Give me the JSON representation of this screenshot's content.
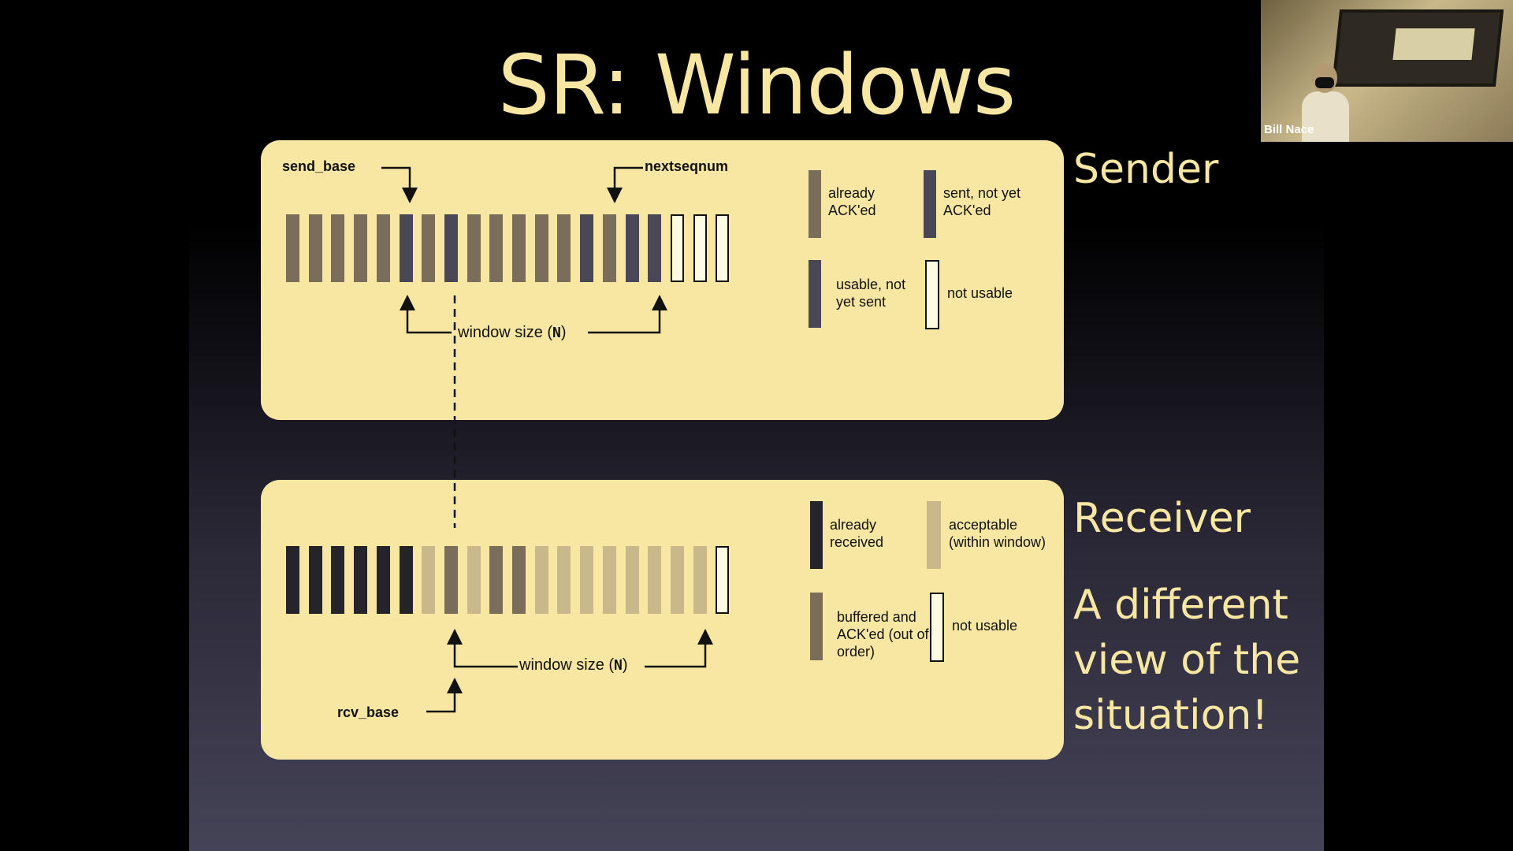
{
  "slide": {
    "title": "SR: Windows",
    "sender_label": "Sender",
    "receiver_label": "Receiver",
    "note_lines": [
      "A different",
      "view of the",
      "situation!"
    ]
  },
  "sender": {
    "send_base": "send_base",
    "nextseqnum": "nextseqnum",
    "window_text": "window size (",
    "window_n": "N",
    "window_close": ")",
    "segments": [
      "acked",
      "acked",
      "acked",
      "acked",
      "acked",
      "sent",
      "acked",
      "sent",
      "acked",
      "acked",
      "acked",
      "acked",
      "acked",
      "sent",
      "acked",
      "sent",
      "usable",
      "not_usable",
      "not_usable",
      "not_usable"
    ],
    "legend": {
      "acked": "already ACK'ed",
      "sent": "sent, not yet ACK'ed",
      "usable": "usable, not yet sent",
      "not_usable": "not usable"
    }
  },
  "receiver": {
    "rcv_base": "rcv_base",
    "window_text": "window size (",
    "window_n": "N",
    "window_close": ")",
    "segments": [
      "received",
      "received",
      "received",
      "received",
      "received",
      "received",
      "acceptable",
      "buffered",
      "acceptable",
      "buffered",
      "buffered",
      "acceptable",
      "acceptable",
      "acceptable",
      "acceptable",
      "acceptable",
      "acceptable",
      "acceptable",
      "acceptable",
      "not_usable"
    ],
    "legend": {
      "received": "already received",
      "acceptable": "acceptable (within window)",
      "buffered": "buffered and ACK'ed (out of order)",
      "not_usable": "not usable"
    }
  },
  "webcam": {
    "name": "Bill Nace"
  },
  "colors": {
    "background": "#000000",
    "slide_text": "#f8e7a3",
    "panel": "#f8e7a3",
    "acked": "#7a6e5a",
    "sent": "#4a4856",
    "usable": "#4a4856",
    "not_usable": "#fffbe3",
    "received": "#26242b",
    "acceptable": "#c9b88a",
    "buffered": "#7a6e5a"
  }
}
